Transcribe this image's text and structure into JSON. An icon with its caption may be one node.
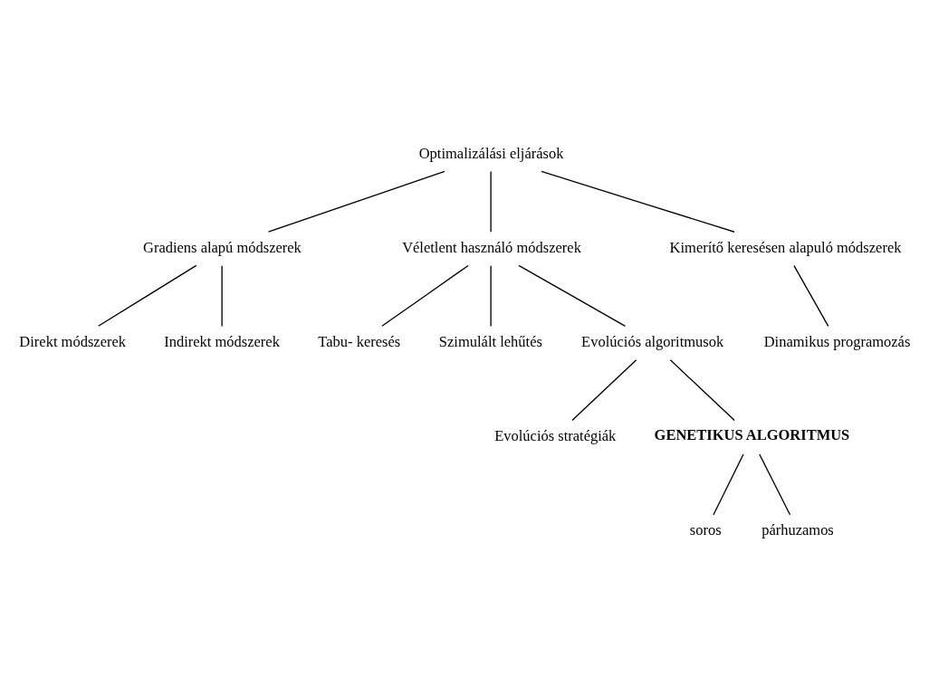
{
  "diagram": {
    "nodes": [
      {
        "text": [
          "Optimalizálási eljárások"
        ]
      },
      {
        "text": [
          "Gradiens alapú módszerek"
        ]
      },
      {
        "text": [
          "Véletlent használó módszerek"
        ]
      },
      {
        "text": [
          "Kimerítő keresésen alapuló módszerek"
        ]
      },
      {
        "text": [
          "Direkt módszerek"
        ]
      },
      {
        "text": [
          "Indirekt módszerek"
        ]
      },
      {
        "text": [
          "Tabu- keresés"
        ]
      },
      {
        "text": [
          "Szimulált lehűtés"
        ]
      },
      {
        "text": [
          "Evolúciós algoritmusok"
        ]
      },
      {
        "text": [
          "Dinamikus programozás"
        ]
      },
      {
        "text": [
          "Evolúciós stratégiák"
        ]
      },
      {
        "text": [
          "GENETIKUS ALGORITMUS"
        ]
      },
      {
        "text": [
          "soros"
        ]
      },
      {
        "text": [
          "párhuzamos"
        ]
      }
    ],
    "edges": [
      {
        "from": 0,
        "to": 1,
        "arrow": "none"
      },
      {
        "from": 0,
        "to": 2,
        "arrow": "none"
      },
      {
        "from": 0,
        "to": 3,
        "arrow": "none"
      },
      {
        "from": 1,
        "to": 4,
        "arrow": "none"
      },
      {
        "from": 1,
        "to": 5,
        "arrow": "none"
      },
      {
        "from": 2,
        "to": 6,
        "arrow": "none"
      },
      {
        "from": 2,
        "to": 7,
        "arrow": "none"
      },
      {
        "from": 2,
        "to": 8,
        "arrow": "none"
      },
      {
        "from": 3,
        "to": 9,
        "arrow": "none"
      },
      {
        "from": 8,
        "to": 10,
        "arrow": "none"
      },
      {
        "from": 8,
        "to": 11,
        "arrow": "none"
      },
      {
        "from": 11,
        "to": 12,
        "arrow": "none"
      },
      {
        "from": 11,
        "to": 13,
        "arrow": "none"
      }
    ]
  }
}
